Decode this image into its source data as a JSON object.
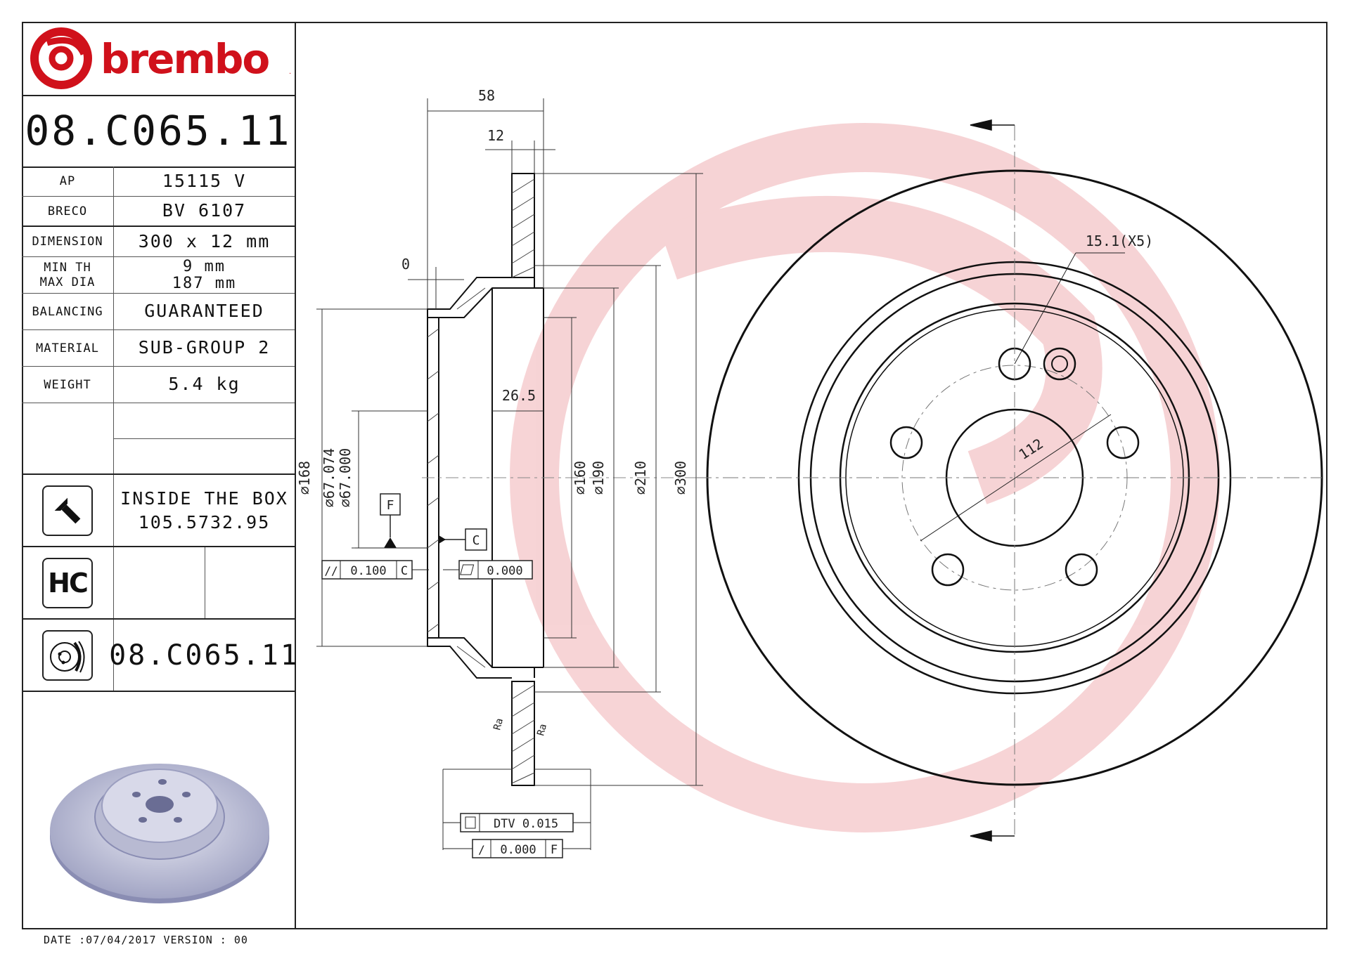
{
  "brand": {
    "name": "brembo",
    "color": "#d0111b"
  },
  "part_number": "08.C065.11",
  "specs": [
    {
      "key": "AP",
      "value": "15115 V"
    },
    {
      "key": "BRECO",
      "value": "BV 6107"
    },
    {
      "key": "DIMENSION",
      "value": "300 x 12 mm"
    },
    {
      "key": "MIN TH",
      "value": "9 mm"
    },
    {
      "key": "MAX DIA",
      "value": "187 mm"
    },
    {
      "key": "BALANCING",
      "value": "GUARANTEED"
    },
    {
      "key": "MATERIAL",
      "value": "SUB-GROUP 2"
    },
    {
      "key": "WEIGHT",
      "value": "5.4 kg"
    }
  ],
  "inside_box": {
    "title": "INSIDE THE BOX",
    "code": "105.5732.95",
    "icon": "screw-icon"
  },
  "hc_badge": "HC",
  "kit": {
    "part_number": "08.C065.11",
    "icon": "disc-and-pads-icon"
  },
  "footer": "DATE :07/04/2017 VERSION : 00",
  "drawing": {
    "dim_total_width": "58",
    "dim_thickness": "12",
    "dim_offset": "0",
    "dim_hat_depth": "26.5",
    "dim_d168": "∅168",
    "dim_center_bore_max": "∅67.074",
    "dim_center_bore_min": "∅67.000",
    "dim_d160": "∅160",
    "dim_d190": "∅190",
    "dim_d210": "∅210",
    "dim_d300": "∅300",
    "datum_f": "F",
    "datum_c": "C",
    "tol_parallel": "0.100",
    "tol_parallel_datum": "C",
    "tol_flat": "0.000",
    "tol_dtv": "DTV 0.015",
    "tol_runout": "0.000",
    "tol_runout_datum": "F",
    "surface_a": "Ra",
    "surface_b": "Ra",
    "bolt_holes": "15.1(X5)",
    "pcd": "112"
  }
}
